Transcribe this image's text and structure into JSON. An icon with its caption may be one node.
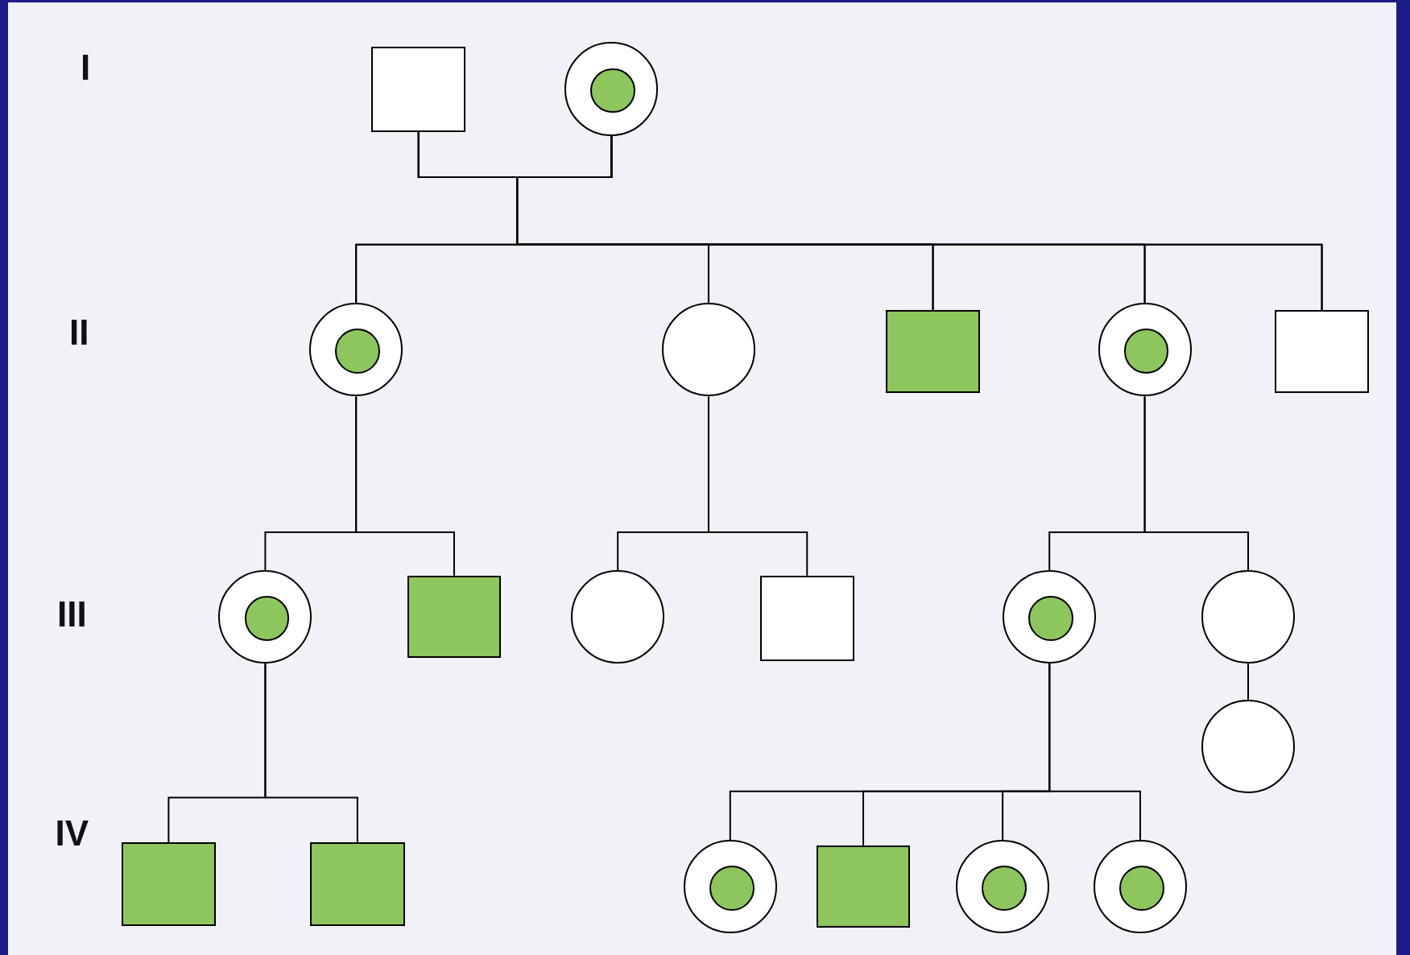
{
  "diagram": {
    "nodes": [
      {
        "text": [],
        "shape": "box"
      },
      {
        "text": [],
        "shape": "circle"
      },
      {
        "text": [],
        "shape": "disc",
        "in": 1
      },
      {
        "text": [],
        "shape": "circle"
      },
      {
        "text": [],
        "shape": "disc",
        "in": 3
      },
      {
        "text": [],
        "shape": "circle"
      },
      {
        "text": [],
        "shape": "block"
      },
      {
        "text": [],
        "shape": "circle"
      },
      {
        "text": [],
        "shape": "disc",
        "in": 7
      },
      {
        "text": [],
        "shape": "box"
      },
      {
        "text": [],
        "shape": "circle"
      },
      {
        "text": [],
        "shape": "disc",
        "in": 10
      },
      {
        "text": [],
        "shape": "block"
      },
      {
        "text": [],
        "shape": "circle"
      },
      {
        "text": [],
        "shape": "box"
      },
      {
        "text": [],
        "shape": "circle"
      },
      {
        "text": [],
        "shape": "disc",
        "in": 15
      },
      {
        "text": [],
        "shape": "circle"
      },
      {
        "text": [],
        "shape": "circle"
      },
      {
        "text": [],
        "shape": "block"
      },
      {
        "text": [],
        "shape": "block"
      },
      {
        "text": [],
        "shape": "circle"
      },
      {
        "text": [],
        "shape": "disc",
        "in": 21
      },
      {
        "text": [],
        "shape": "block"
      },
      {
        "text": [],
        "shape": "circle"
      },
      {
        "text": [],
        "shape": "disc",
        "in": 24
      },
      {
        "text": [],
        "shape": "circle"
      },
      {
        "text": [],
        "shape": "disc",
        "in": 26
      }
    ],
    "edges": [
      {
        "from": 0,
        "to": 3,
        "arrow": "none"
      },
      {
        "from": 0,
        "to": 5,
        "arrow": "none"
      },
      {
        "from": 0,
        "to": 6,
        "arrow": "none"
      },
      {
        "from": 0,
        "to": 7,
        "arrow": "none"
      },
      {
        "from": 0,
        "to": 9,
        "arrow": "none"
      },
      {
        "from": 1,
        "to": 3,
        "arrow": "none"
      },
      {
        "from": 1,
        "to": 5,
        "arrow": "none"
      },
      {
        "from": 1,
        "to": 6,
        "arrow": "none"
      },
      {
        "from": 1,
        "to": 7,
        "arrow": "none"
      },
      {
        "from": 1,
        "to": 9,
        "arrow": "none"
      },
      {
        "from": 3,
        "to": 10,
        "arrow": "none"
      },
      {
        "from": 3,
        "to": 12,
        "arrow": "none"
      },
      {
        "from": 5,
        "to": 13,
        "arrow": "none"
      },
      {
        "from": 5,
        "to": 14,
        "arrow": "none"
      },
      {
        "from": 7,
        "to": 15,
        "arrow": "none"
      },
      {
        "from": 7,
        "to": 17,
        "arrow": "none"
      },
      {
        "from": 17,
        "to": 18,
        "arrow": "none"
      },
      {
        "from": 10,
        "to": 19,
        "arrow": "none"
      },
      {
        "from": 10,
        "to": 20,
        "arrow": "none"
      },
      {
        "from": 15,
        "to": 21,
        "arrow": "none"
      },
      {
        "from": 15,
        "to": 23,
        "arrow": "none"
      },
      {
        "from": 15,
        "to": 24,
        "arrow": "none"
      },
      {
        "from": 15,
        "to": 26,
        "arrow": "none"
      }
    ],
    "labels": [
      "I",
      "II",
      "III",
      "IV"
    ]
  }
}
